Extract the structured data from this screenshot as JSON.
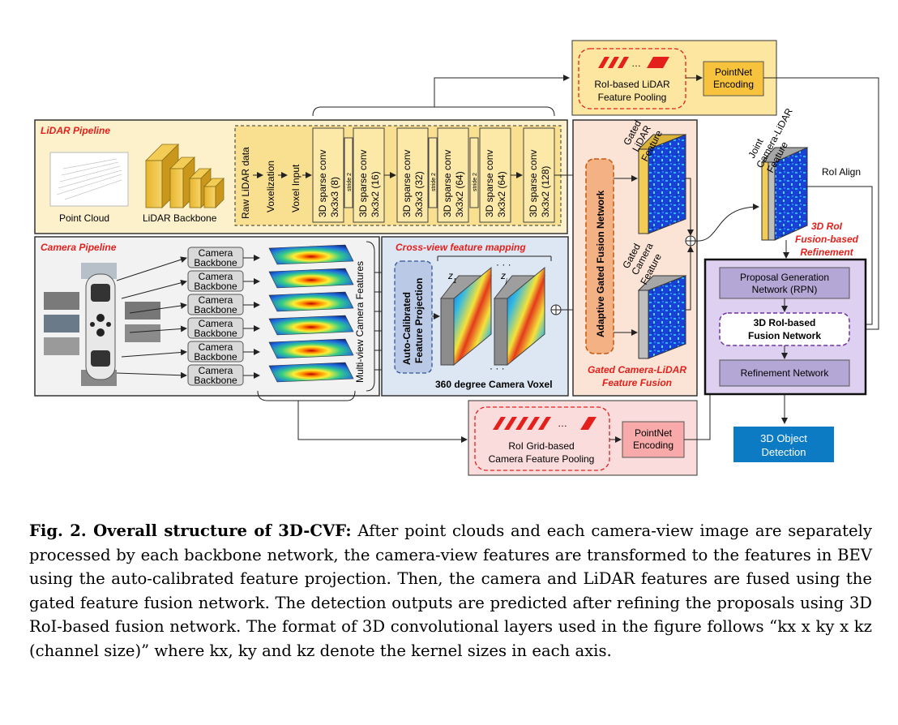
{
  "lidar": {
    "title": "LiDAR Pipeline",
    "point_cloud": "Point Cloud",
    "backbone": "LiDAR Backbone",
    "raw": "Raw LiDAR data",
    "voxelization": "Voxelization",
    "voxel_input": "Voxel Input",
    "layers": [
      {
        "name": "3D sparse conv",
        "size": "3x3x3 (8)"
      },
      {
        "name": "3D sparse conv",
        "size": "3x3x2 (16)"
      },
      {
        "name": "3D sparse conv",
        "size": "3x3x3 (32)"
      },
      {
        "name": "3D sparse conv",
        "size": "3x3x2 (64)"
      },
      {
        "name": "3D sparse conv",
        "size": "3x3x2 (64)"
      },
      {
        "name": "3D sparse conv",
        "size": "3x3x2 (128)"
      }
    ],
    "stride": "stride 2"
  },
  "camera": {
    "title": "Camera Pipeline",
    "backbone_label": [
      "Camera",
      "Backbone"
    ],
    "multiview": "Multi-view Camera Features"
  },
  "crossview": {
    "title": "Cross-view feature mapping",
    "projection": [
      "Auto-Calibrated",
      "Feature Projection"
    ],
    "voxel": "360 degree Camera Voxel",
    "z1": "z",
    "z1_sub": "1",
    "zj": "z",
    "zj_sub": "j",
    "dots": "…",
    "dots2": "· · ·"
  },
  "fusion": {
    "title": [
      "Gated Camera-LiDAR",
      "Feature Fusion"
    ],
    "network": "Adaptive Gated Fusion Network",
    "gated_lidar": [
      "Gated",
      "LiDAR",
      "Feature"
    ],
    "gated_camera": [
      "Gated",
      "Camera",
      "Feature"
    ],
    "joint": [
      "Joint",
      "Camera-LiDAR",
      "Feature"
    ],
    "roi_align": "RoI Align"
  },
  "lidar_pool": {
    "label": [
      "RoI-based LiDAR",
      "Feature Pooling"
    ],
    "pointnet": [
      "PointNet",
      "Encoding"
    ],
    "dots": "…"
  },
  "camera_pool": {
    "label": [
      "RoI Grid-based",
      "Camera Feature Pooling"
    ],
    "pointnet": [
      "PointNet",
      "Encoding"
    ],
    "dots": "…"
  },
  "refinement": {
    "title": [
      "3D RoI",
      "Fusion-based",
      "Refinement"
    ],
    "rpn": [
      "Proposal Generation",
      "Network (RPN)"
    ],
    "roi_fusion": [
      "3D RoI-based",
      "Fusion Network"
    ],
    "refine": "Refinement Network"
  },
  "output": {
    "label": [
      "3D Object",
      "Detection"
    ]
  },
  "caption": {
    "bold": "Fig. 2. Overall structure of 3D-CVF:",
    "text": " After point clouds and each camera-view image are separately processed by each backbone network, the camera-view features are transformed to the features in BEV using the auto-calibrated feature projection. Then, the camera and LiDAR features are fused using the gated feature fusion network. The detection outputs are predicted after refining the proposals using 3D RoI-based fusion network. The format of 3D convolutional layers used in the figure follows “kx x ky x kz (channel size)” where kx, ky and kz denote the kernel sizes in each axis."
  },
  "colors": {
    "lidar_bg": "#fdf1cc",
    "camera_bg": "#f2f2f2",
    "cross_bg": "#dde7f3",
    "fusion_bg": "#fbe4d5",
    "refine_bg": "#ddd0f0",
    "camera_pool_bg": "#fbdcdc",
    "output": "#0c7bc4",
    "accent_red": "#e3201b"
  }
}
